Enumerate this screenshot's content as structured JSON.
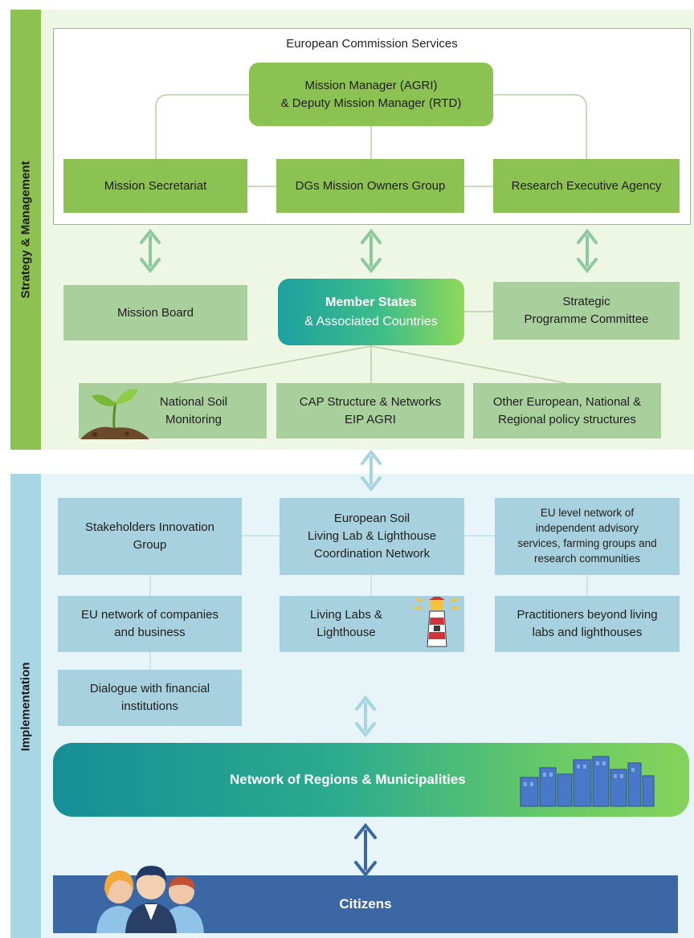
{
  "sections": {
    "strategy_label": "Strategy & Management",
    "implementation_label": "Implementation"
  },
  "strategy": {
    "ec_title": "European Commission Services",
    "mission_manager": [
      "Mission Manager (AGRI)",
      "& Deputy Mission Manager (RTD)"
    ],
    "mission_secretariat": "Mission Secretariat",
    "dgs_owners_group": "DGs Mission Owners Group",
    "research_agency": "Research Executive Agency",
    "mission_board": "Mission Board",
    "member_states": [
      "Member States",
      "& Associated Countries"
    ],
    "strategic_committee": [
      "Strategic",
      "Programme Committee"
    ],
    "national_soil": [
      "National Soil",
      "Monitoring"
    ],
    "cap_structure": [
      "CAP Structure & Networks",
      "EIP AGRI"
    ],
    "other_structures": [
      "Other European, National &",
      "Regional policy structures"
    ]
  },
  "implementation": {
    "stakeholders": [
      "Stakeholders Innovation",
      "Group"
    ],
    "european_soil": [
      "European Soil",
      "Living Lab & Lighthouse",
      "Coordination Network"
    ],
    "eu_level_network": [
      "EU level network of",
      "independent advisory",
      "services, farming groups and",
      "research communities"
    ],
    "eu_companies": [
      "EU network of companies",
      "and business"
    ],
    "living_labs": [
      "Living Labs &",
      "Lighthouse"
    ],
    "practitioners": [
      "Practitioners beyond living",
      "labs and lighthouses"
    ],
    "financial": [
      "Dialogue with financial",
      "institutions"
    ],
    "regions": "Network of Regions & Municipalities",
    "citizens": "Citizens"
  },
  "colors": {
    "strategy_bg": "#eef6e4",
    "strategy_accent": "#8dc252",
    "implementation_bg": "#e7f4f8",
    "implementation_accent": "#a9d6e4",
    "citizens": "#3b68a4",
    "arrow_green": "#8cc9a0",
    "arrow_blue": "#a8d4e2",
    "arrow_dark_blue": "#3b68a4"
  },
  "icons": [
    "seedling-icon",
    "lighthouse-icon",
    "city-skyline-icon",
    "people-group-icon"
  ]
}
